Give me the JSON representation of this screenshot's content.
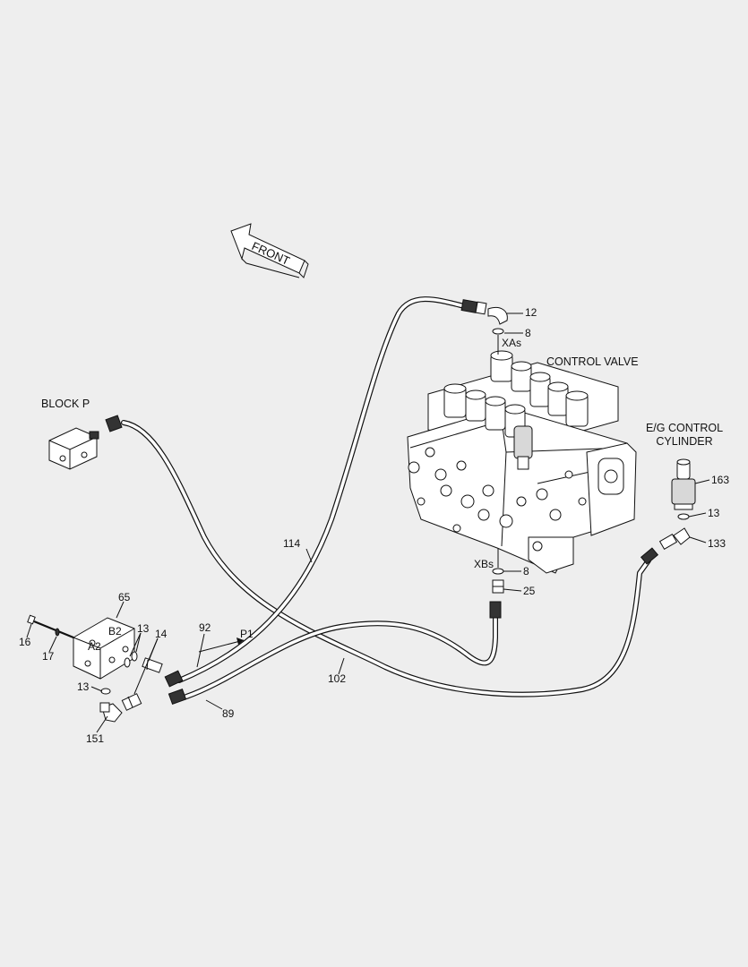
{
  "diagram": {
    "front_arrow": "FRONT",
    "components": {
      "control_valve": "CONTROL VALVE",
      "block_p": "BLOCK P",
      "eg_cylinder_line1": "E/G CONTROL",
      "eg_cylinder_line2": "CYLINDER"
    },
    "ports": {
      "xas": "XAs",
      "xbs": "XBs",
      "p1": "P1",
      "a2": "A2",
      "b2": "B2"
    },
    "callouts": {
      "c12": "12",
      "c8a": "8",
      "c8b": "8",
      "c25": "25",
      "c163": "163",
      "c13a": "13",
      "c133": "133",
      "c114": "114",
      "c102": "102",
      "c65": "65",
      "c16": "16",
      "c17": "17",
      "c13b": "13",
      "c14": "14",
      "c92": "92",
      "c13c": "13",
      "c151": "151",
      "c89": "89"
    }
  }
}
